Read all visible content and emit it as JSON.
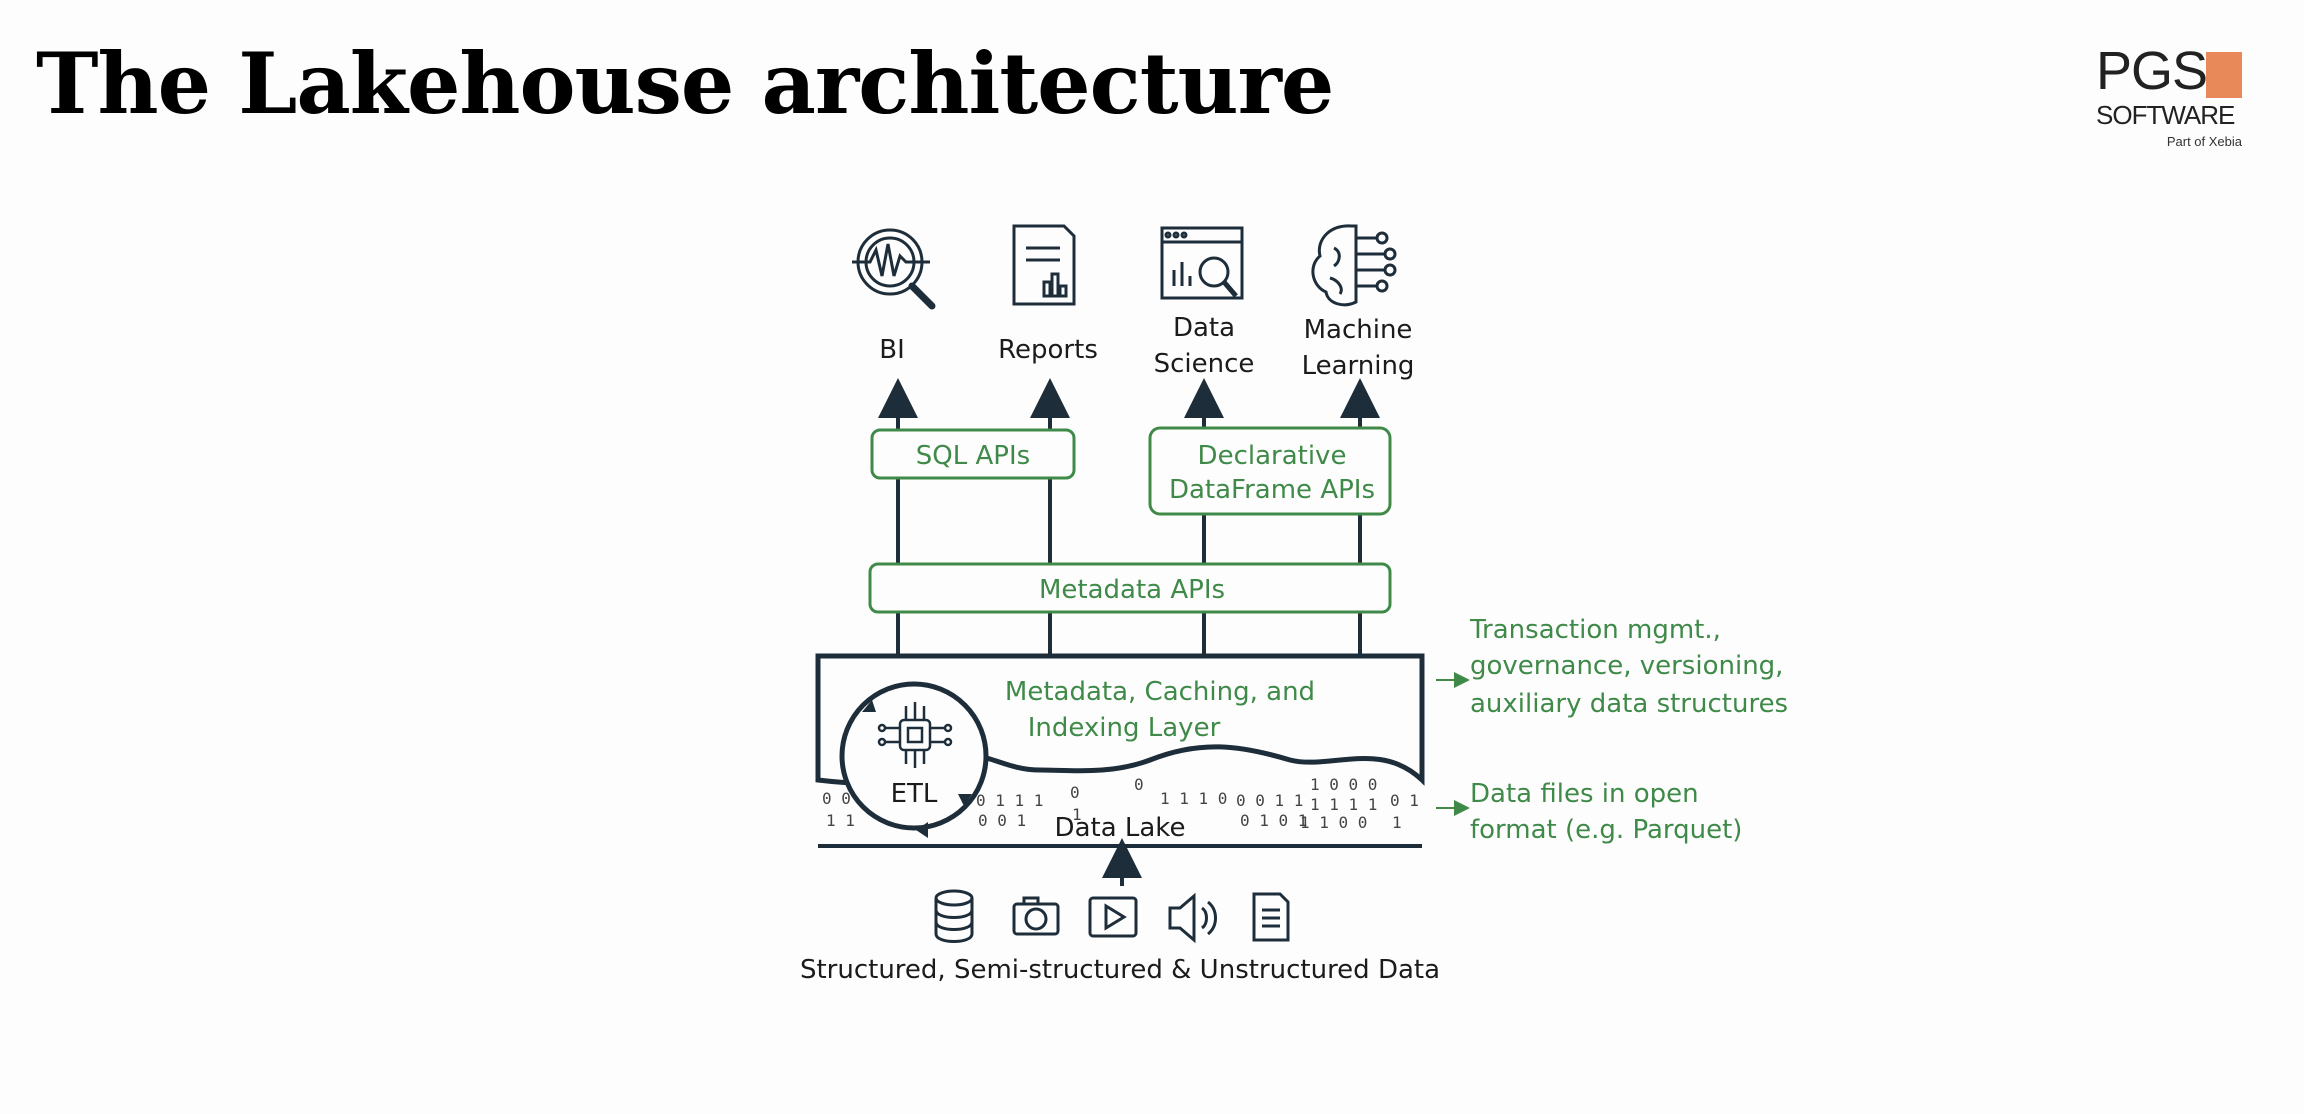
{
  "title": "The Lakehouse architecture",
  "logo": {
    "brand": "PGS",
    "sub": "SOFTWARE",
    "tagline": "Part of Xebia",
    "accent_color": "#e8895a"
  },
  "diagram": {
    "consumers": [
      {
        "icon": "bi-magnifier-icon",
        "line1": "BI",
        "line2": ""
      },
      {
        "icon": "report-document-icon",
        "line1": "Reports",
        "line2": ""
      },
      {
        "icon": "data-science-chart-icon",
        "line1": "Data",
        "line2": "Science"
      },
      {
        "icon": "brain-circuit-icon",
        "line1": "Machine",
        "line2": "Learning"
      }
    ],
    "sql_apis": "SQL APIs",
    "dataframe_apis": {
      "line1": "Declarative",
      "line2": "DataFrame APIs"
    },
    "metadata_apis": "Metadata APIs",
    "metadata_layer": {
      "line1": "Metadata, Caching, and",
      "line2": "Indexing Layer"
    },
    "etl": "ETL",
    "data_lake": "Data Lake",
    "transaction_note": {
      "line1": "Transaction mgmt.,",
      "line2": "governance, versioning,",
      "line3": "auxiliary data structures"
    },
    "data_files_note": {
      "line1": "Data files in open",
      "line2": "format (e.g. Parquet)"
    },
    "sources_label": "Structured, Semi-structured & Unstructured Data",
    "sources_icons": [
      "database-icon",
      "camera-icon",
      "play-video-icon",
      "speaker-icon",
      "document-icon"
    ],
    "colors": {
      "green": "#3f8a48",
      "dark": "#1e2d3a"
    }
  }
}
